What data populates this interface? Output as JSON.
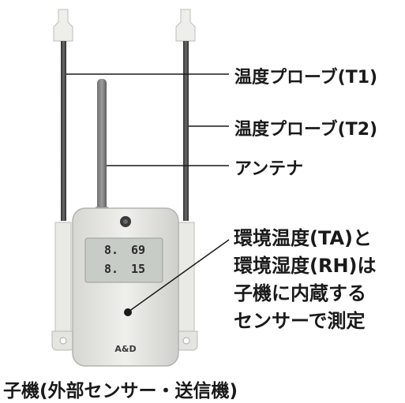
{
  "labels": {
    "probe_t1": "温度プローブ(T1)",
    "probe_t2": "温度プローブ(T2)",
    "antenna": "アンテナ",
    "internal_sensor_lines": [
      "環境温度(TA)と",
      "環境湿度(RH)は",
      "子機に内蔵する",
      "センサーで測定"
    ],
    "caption": "子機(外部センサー・送信機)"
  },
  "display": {
    "row1_left": "8.",
    "row1_right": "69",
    "row2_left": "8.",
    "row2_right": "15"
  },
  "brand": "A&D",
  "colors": {
    "text": "#1a1a1a",
    "leader_line": "#1a1a1a",
    "housing": "#e6e6e2",
    "probe_rod": "#4a4a4a",
    "lcd": "#c7ccc6"
  }
}
